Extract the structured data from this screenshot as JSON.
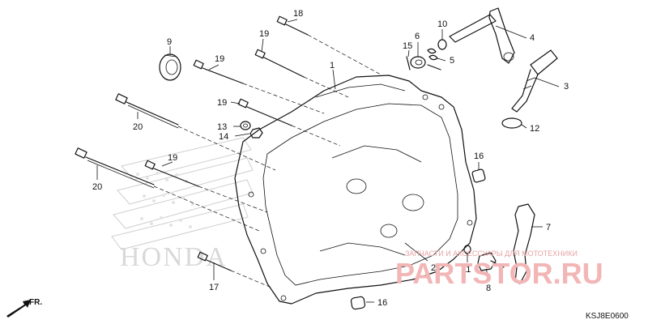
{
  "diagram": {
    "code": "KSJ8E0600",
    "front_marker": "FR.",
    "brand_logo": "HONDA",
    "watermark": {
      "line1": "ЗАПЧАСТИ И АКСЕССУАРЫ ДЛЯ МОТОТЕХНИКИ",
      "line2": "PARTSTOR.RU"
    },
    "callouts": [
      "1",
      "2",
      "3",
      "4",
      "5",
      "6",
      "7",
      "8",
      "9",
      "10",
      "11",
      "12",
      "13",
      "14",
      "15",
      "16",
      "16",
      "17",
      "18",
      "19",
      "19",
      "19",
      "19",
      "20",
      "20"
    ]
  }
}
